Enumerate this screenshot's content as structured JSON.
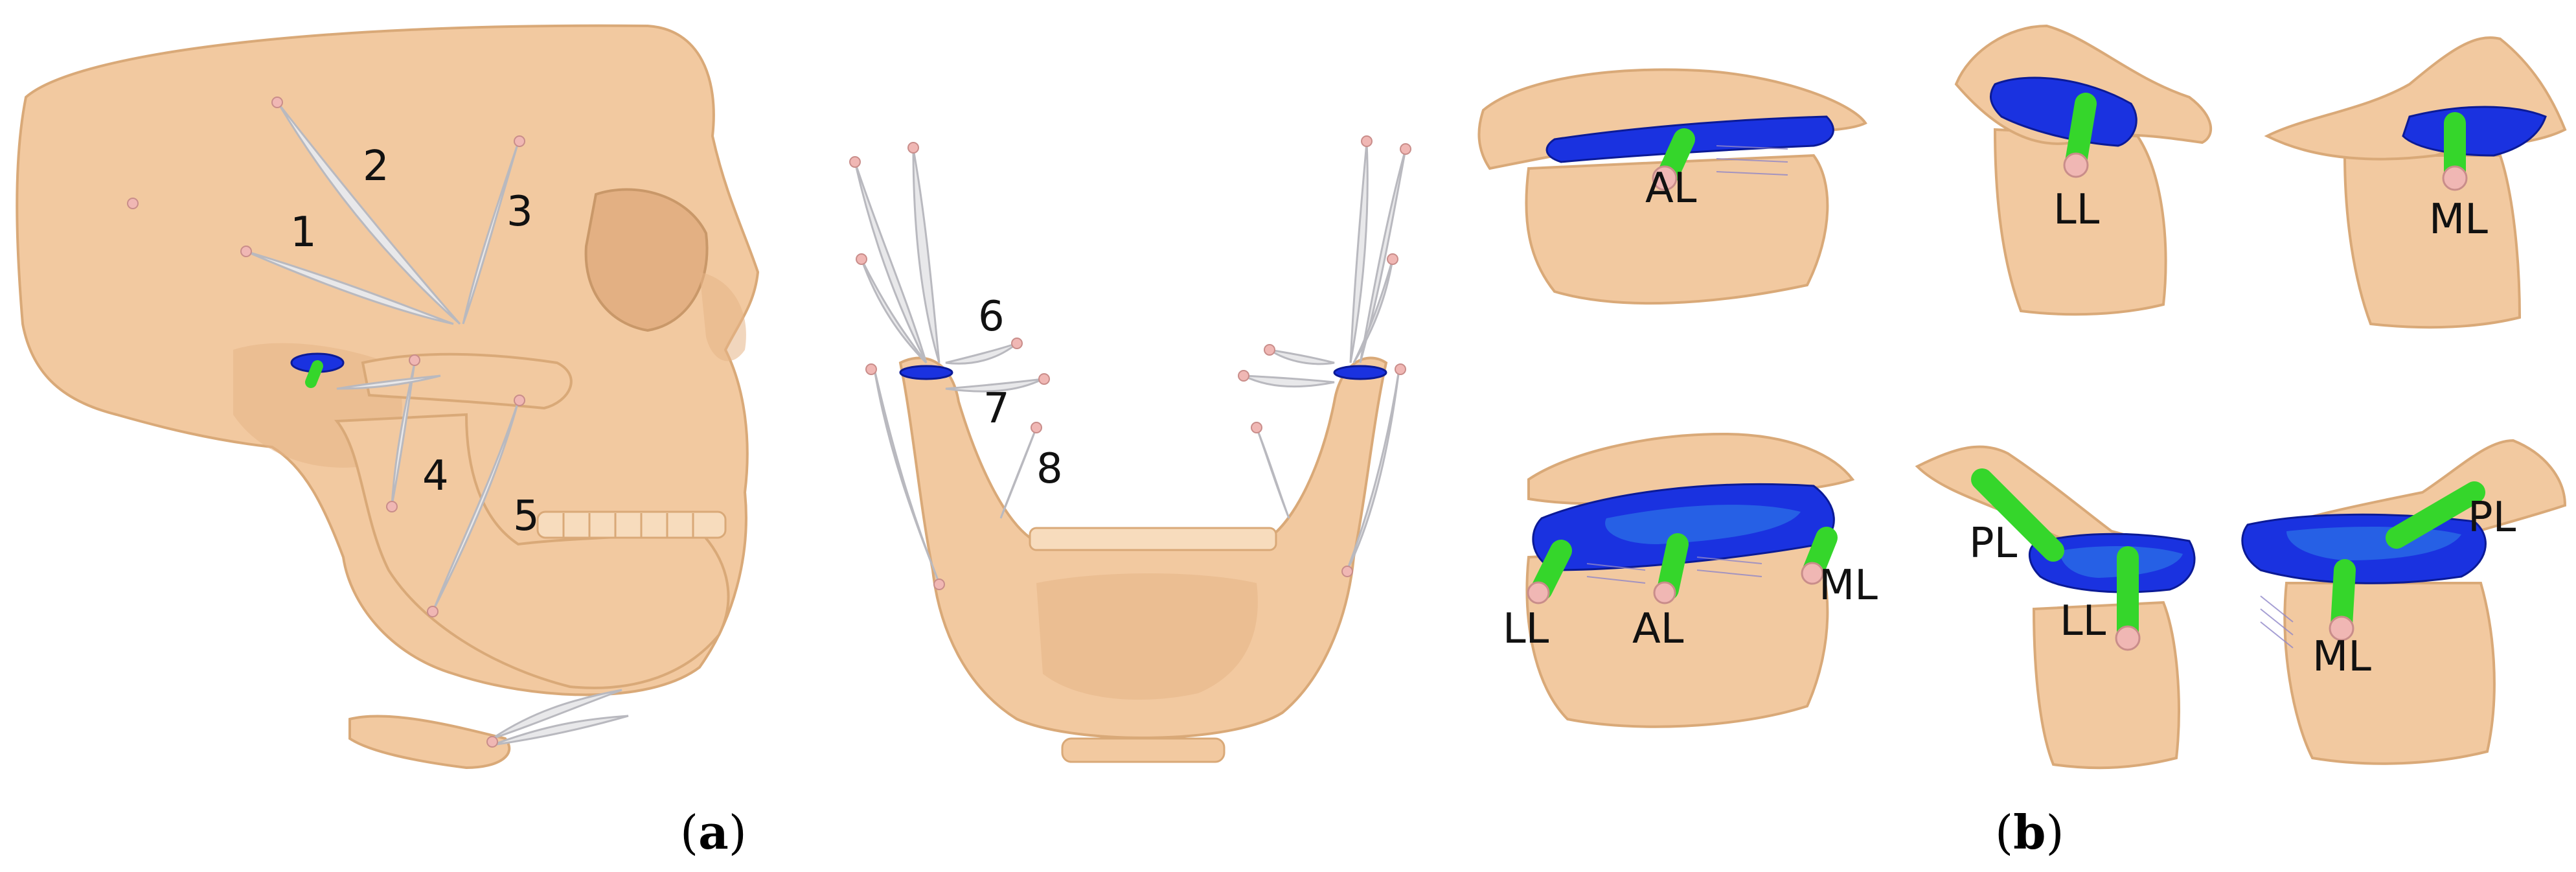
{
  "panel_a": {
    "caption_open": "(",
    "caption_letter": "a",
    "caption_close": ")",
    "muscle_labels": [
      "1",
      "2",
      "3",
      "4",
      "5",
      "6",
      "7",
      "8"
    ]
  },
  "panel_b": {
    "caption_open": "(",
    "caption_letter": "b",
    "caption_close": ")",
    "top_row": {
      "view1": [
        "AL"
      ],
      "view2": [
        "LL"
      ],
      "view3": [
        "ML"
      ]
    },
    "bottom_row": {
      "view1": [
        "LL",
        "AL",
        "ML"
      ],
      "view2": [
        "PL",
        "LL"
      ],
      "view3": [
        "PL",
        "ML"
      ]
    }
  },
  "colors": {
    "bone": "#f2c9a0",
    "muscle": "#e8e8ea",
    "disc": "#1a32e0",
    "ligament": "#35d62b",
    "node": "#f0b7b4"
  }
}
